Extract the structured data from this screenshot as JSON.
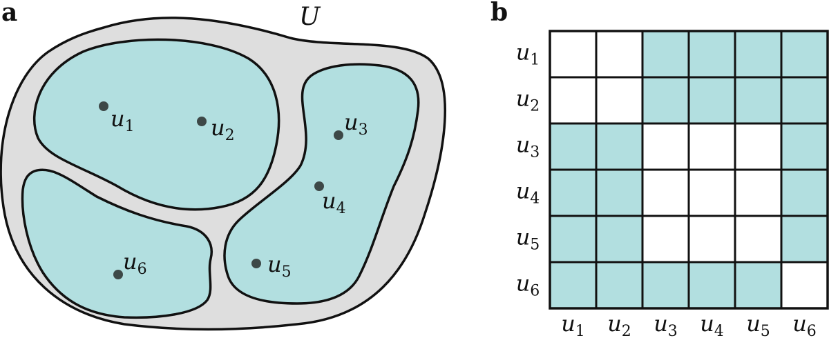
{
  "panels": {
    "a": {
      "label": "a"
    },
    "b": {
      "label": "b"
    }
  },
  "universe": {
    "symbol": "U"
  },
  "elements": [
    {
      "id": "u1",
      "base": "u",
      "sub": "1"
    },
    {
      "id": "u2",
      "base": "u",
      "sub": "2"
    },
    {
      "id": "u3",
      "base": "u",
      "sub": "3"
    },
    {
      "id": "u4",
      "base": "u",
      "sub": "4"
    },
    {
      "id": "u5",
      "base": "u",
      "sub": "5"
    },
    {
      "id": "u6",
      "base": "u",
      "sub": "6"
    }
  ],
  "partition_blocks": [
    [
      "u1",
      "u2"
    ],
    [
      "u3",
      "u4",
      "u5"
    ],
    [
      "u6"
    ]
  ],
  "matrix": {
    "rows": [
      "u1",
      "u2",
      "u3",
      "u4",
      "u5",
      "u6"
    ],
    "cols": [
      "u1",
      "u2",
      "u3",
      "u4",
      "u5",
      "u6"
    ],
    "cells": [
      [
        0,
        0,
        1,
        1,
        1,
        1
      ],
      [
        0,
        0,
        1,
        1,
        1,
        1
      ],
      [
        1,
        1,
        0,
        0,
        0,
        1
      ],
      [
        1,
        1,
        0,
        0,
        0,
        1
      ],
      [
        1,
        1,
        0,
        0,
        0,
        1
      ],
      [
        1,
        1,
        1,
        1,
        1,
        0
      ]
    ],
    "fill_color": "#b2dfe0",
    "empty_color": "#ffffff"
  },
  "colors": {
    "region": "#b2dfe0",
    "universe": "#dedede",
    "point": "#3d4847",
    "stroke": "#111111"
  }
}
